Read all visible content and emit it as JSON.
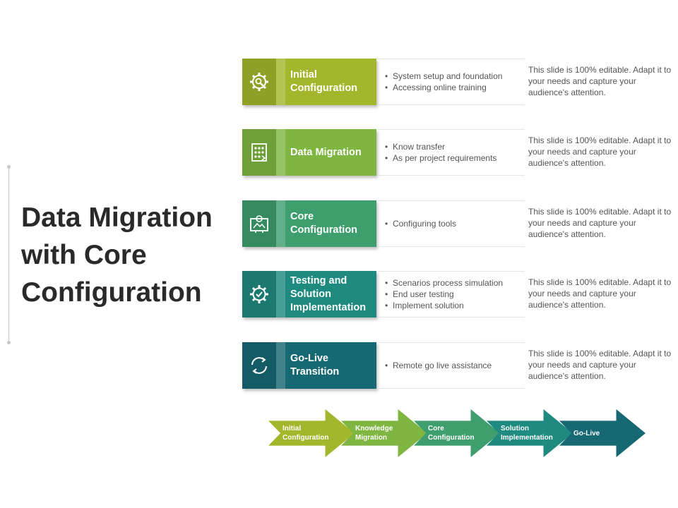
{
  "title": "Data Migration with Core Configuration",
  "colors": {
    "olive": "#a4b62b",
    "green": "#7fb641",
    "teal_green": "#3e9e6e",
    "teal": "#1f8a7f",
    "dark_teal": "#166873"
  },
  "stages": [
    {
      "label": "Initial Configuration",
      "icon": "gear-wrench-icon",
      "bullets": [
        "System setup and foundation",
        "Accessing online training"
      ],
      "note": "This slide is 100% editable. Adapt it to your needs and capture your audience's attention."
    },
    {
      "label": "Data Migration",
      "icon": "data-transfer-icon",
      "bullets": [
        "Know transfer",
        "As per project requirements"
      ],
      "note": "This slide is 100% editable. Adapt it to your needs and capture your audience's attention."
    },
    {
      "label": "Core Configuration",
      "icon": "config-screen-icon",
      "bullets": [
        "Configuring tools"
      ],
      "note": "This slide is 100% editable. Adapt it to your needs and capture your audience's attention."
    },
    {
      "label": "Testing and Solution Implementation",
      "icon": "gear-check-icon",
      "bullets": [
        "Scenarios process simulation",
        "End user testing",
        "Implement solution"
      ],
      "note": "This slide is 100% editable. Adapt it to your needs and capture your audience's attention."
    },
    {
      "label": "Go-Live Transition",
      "icon": "cycle-arrows-icon",
      "bullets": [
        "Remote go live assistance"
      ],
      "note": "This slide is 100% editable. Adapt it to your needs and capture your audience's attention."
    }
  ],
  "flow": [
    "Initial Configuration",
    "Knowledge Migration",
    "Core Configuration",
    "Solution Implementation",
    "Go-Live"
  ]
}
